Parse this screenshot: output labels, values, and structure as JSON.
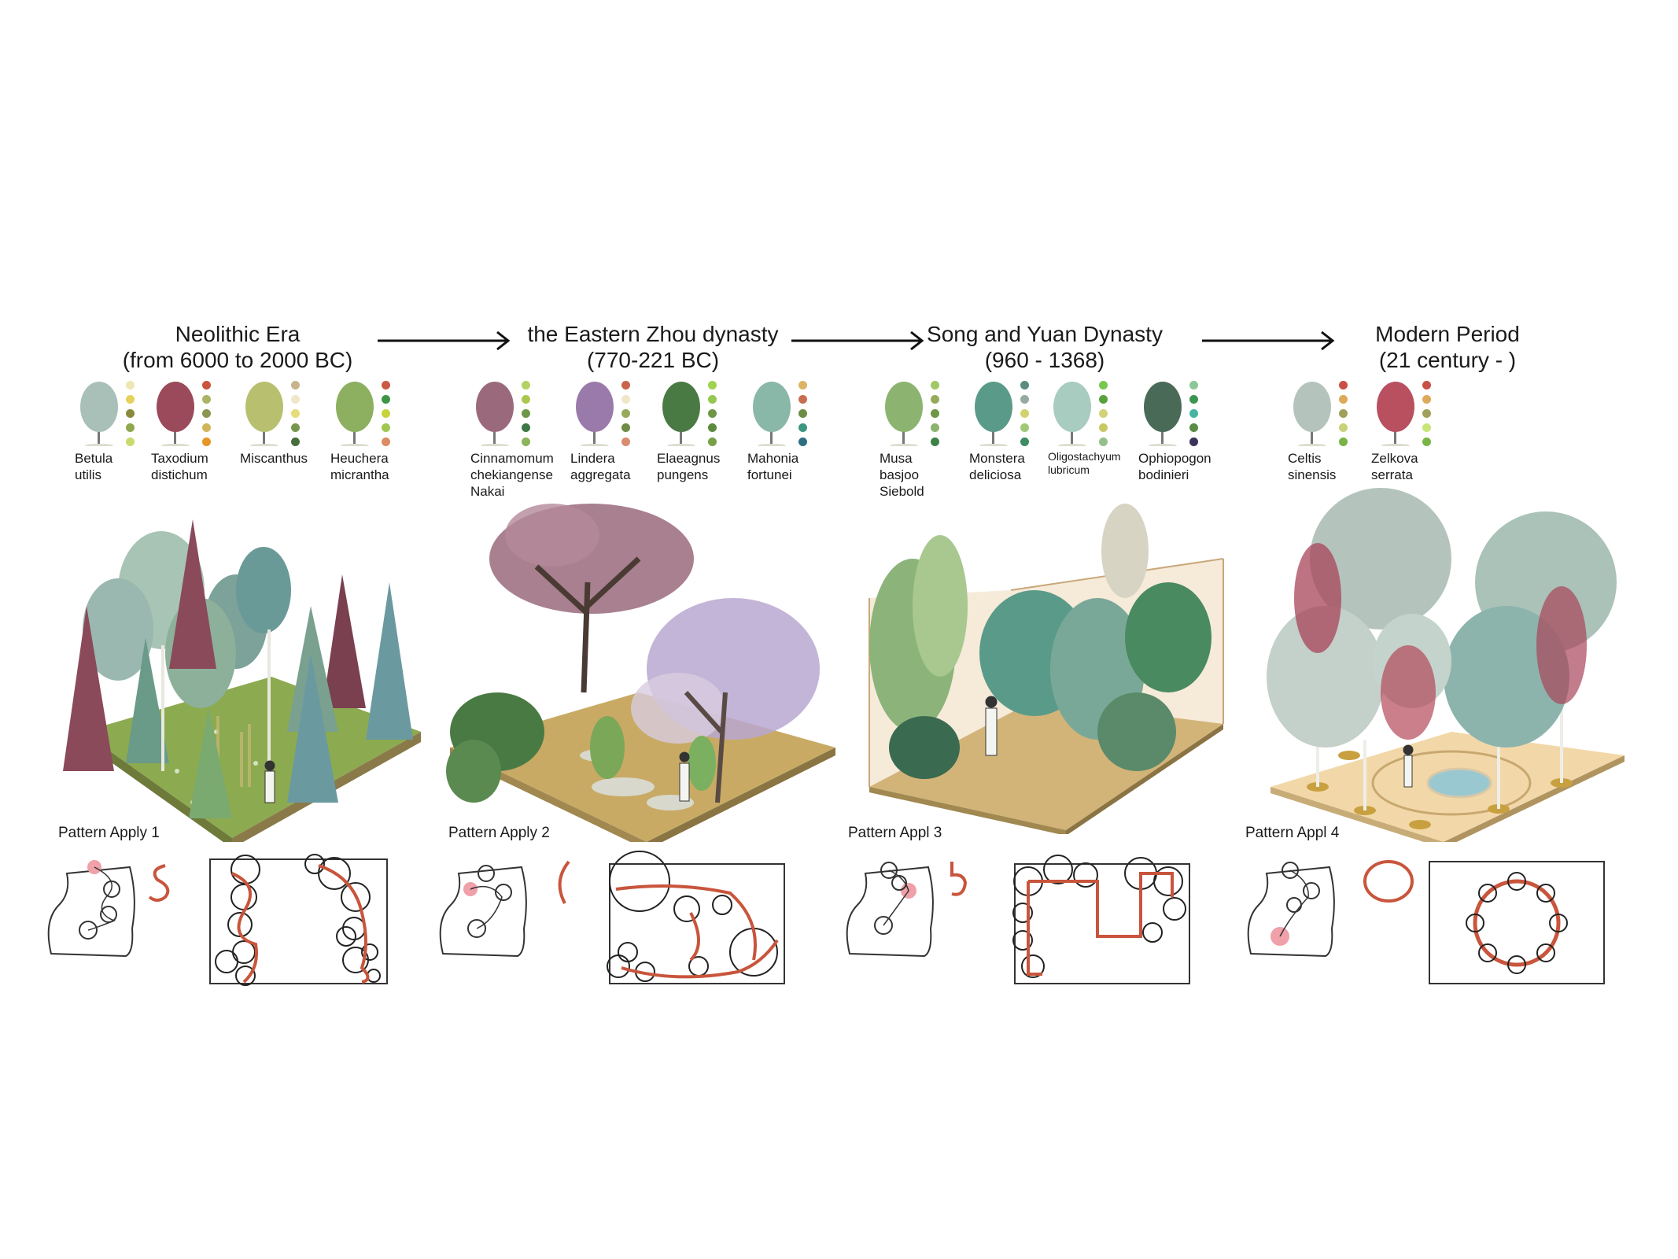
{
  "eras": [
    {
      "line1": "Neolithic Era",
      "line2": "(from 6000 to 2000 BC)"
    },
    {
      "line1": "the Eastern Zhou dynasty",
      "line2": "(770-221 BC)"
    },
    {
      "line1": "Song and Yuan Dynasty",
      "line2": "(960 - 1368)"
    },
    {
      "line1": "Modern Period",
      "line2": "(21 century - )"
    }
  ],
  "plants": [
    {
      "lines": [
        "Betula",
        "utilis"
      ],
      "swatches": [
        "#f0e6b4",
        "#e6d25a",
        "#8a8a3c",
        "#8fa850",
        "#c8dc6e"
      ]
    },
    {
      "lines": [
        "Taxodium",
        "distichum"
      ],
      "swatches": [
        "#c8553c",
        "#aab464",
        "#8c9650",
        "#d2b45a",
        "#e69628"
      ]
    },
    {
      "lines": [
        "Miscanthus"
      ],
      "swatches": [
        "#c8b48c",
        "#f0e6c8",
        "#e6dc78",
        "#78964b",
        "#466e3c"
      ]
    },
    {
      "lines": [
        "Heuchera",
        "micrantha"
      ],
      "swatches": [
        "#c85a46",
        "#3c9646",
        "#c8d23c",
        "#a0c850",
        "#dc8c64"
      ]
    },
    {
      "lines": [
        "Cinnamomum",
        "chekiangense",
        "Nakai"
      ],
      "swatches": [
        "#b4d264",
        "#aac850",
        "#6e9646",
        "#3c7846",
        "#8cb45a"
      ]
    },
    {
      "lines": [
        "Lindera",
        "aggregata"
      ],
      "swatches": [
        "#c8644b",
        "#f0e6c8",
        "#96aa5a",
        "#6e8c46",
        "#dc8c6e"
      ]
    },
    {
      "lines": [
        "Elaeagnus",
        "pungens"
      ],
      "swatches": [
        "#a0d250",
        "#96c850",
        "#6e9646",
        "#5a8c3c",
        "#78a046"
      ]
    },
    {
      "lines": [
        "Mahonia",
        "fortunei"
      ],
      "swatches": [
        "#dcb464",
        "#c86e50",
        "#6e8c46",
        "#3c9682",
        "#2d6e82"
      ]
    },
    {
      "lines": [
        "Musa",
        "basjoo",
        "Siebold"
      ],
      "swatches": [
        "#a0c864",
        "#96aa5a",
        "#6e9646",
        "#8cb46e",
        "#3c8246"
      ]
    },
    {
      "lines": [
        "Monstera",
        "deliciosa"
      ],
      "swatches": [
        "#5a8c82",
        "#96aaa0",
        "#d2d26e",
        "#a0c878",
        "#3c8c64"
      ]
    },
    {
      "lines": [
        "Oligostachyum",
        "lubricum"
      ],
      "swatches": [
        "#78c850",
        "#5aa03c",
        "#d2d278",
        "#c8c864",
        "#96be8c"
      ],
      "small": true
    },
    {
      "lines": [
        "Ophiopogon",
        "bodinieri"
      ],
      "swatches": [
        "#8cc896",
        "#3c9650",
        "#46b4a0",
        "#5a8c46",
        "#3c325a"
      ]
    },
    {
      "lines": [
        "Celtis",
        "sinensis"
      ],
      "swatches": [
        "#c85046",
        "#dcaa5a",
        "#a0a05a",
        "#c8d278",
        "#78b446"
      ]
    },
    {
      "lines": [
        "Zelkova",
        "serrata"
      ],
      "swatches": [
        "#c85046",
        "#dcaa5a",
        "#a0a05a",
        "#c8e678",
        "#78b446"
      ]
    }
  ],
  "patterns": [
    {
      "label": "Pattern Apply 1"
    },
    {
      "label": "Pattern Apply 2"
    },
    {
      "label": "Pattern Appl 3"
    },
    {
      "label": "Pattern Appl 4"
    }
  ],
  "colors": {
    "accent": "#c8553c",
    "ink": "#222222",
    "sand": "#d2b478",
    "grass": "#8caa50"
  }
}
